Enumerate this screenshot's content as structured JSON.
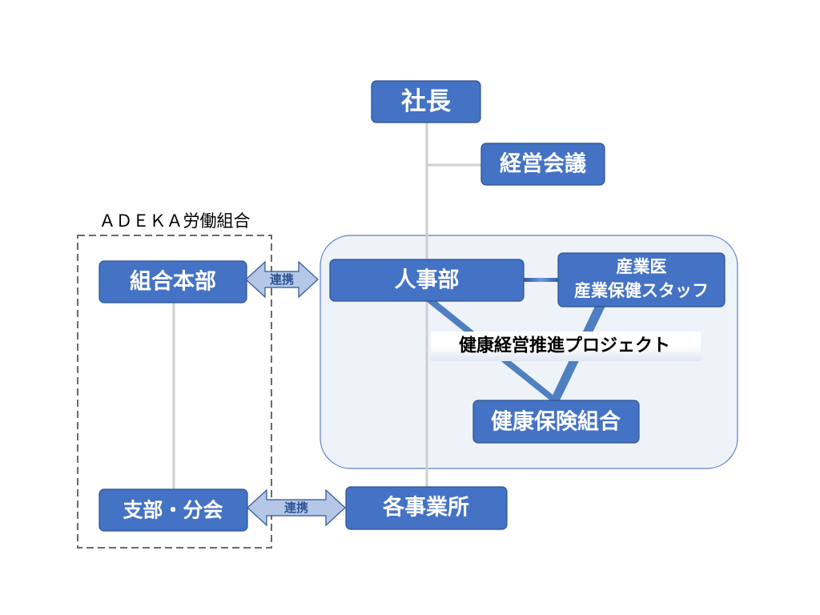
{
  "union": {
    "title": "ＡＤＥＫＡ労働組合",
    "headquarters": "組合本部",
    "branches": "支部・分会"
  },
  "company": {
    "president": "社長",
    "management_council": "経営会議",
    "hr_department": "人事部",
    "occupational_health_line1": "産業医",
    "occupational_health_line2": "産業保健スタッフ",
    "health_project": "健康経営推進プロジェクト",
    "health_insurance_association": "健康保険組合",
    "business_sites": "各事業所"
  },
  "links": {
    "cooperation_top": "連携",
    "cooperation_bottom": "連携"
  },
  "colors": {
    "box_fill": "#4472c4",
    "box_border": "#2f528f",
    "panel_fill": "#eef2f9",
    "panel_border": "#5b7fc4",
    "arrow_fill": "#b4c7e7",
    "arrow_border": "#2f5597",
    "connector": "#cfcfcf",
    "dashed_border": "#6b6b6b"
  }
}
